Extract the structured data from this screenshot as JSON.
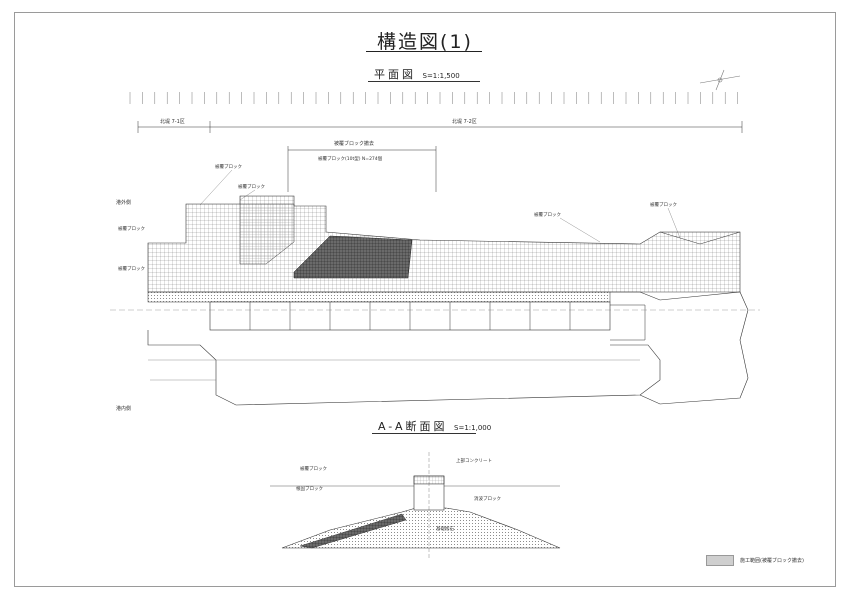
{
  "drawing": {
    "title": "構造図(1)"
  },
  "plan_view": {
    "title": "平面図",
    "scale": "S=1:1,500",
    "sections": [
      "北堤 7-1区",
      "北堤 7-2区"
    ],
    "side_labels": [
      "港外側",
      "港内側"
    ],
    "block_label": "被覆ブロック",
    "removal_label": "被覆ブロック撤去",
    "removal_note": "被覆ブロック(10t型) N=274個"
  },
  "section_view": {
    "title": "A-A断面図",
    "scale": "S=1:1,000",
    "labels": [
      "被覆ブロック",
      "根固ブロック",
      "消波ブロック",
      "基礎捨石",
      "上部コンクリート"
    ]
  },
  "legend": {
    "label": "施工範囲(被覆ブロック撤去)"
  }
}
